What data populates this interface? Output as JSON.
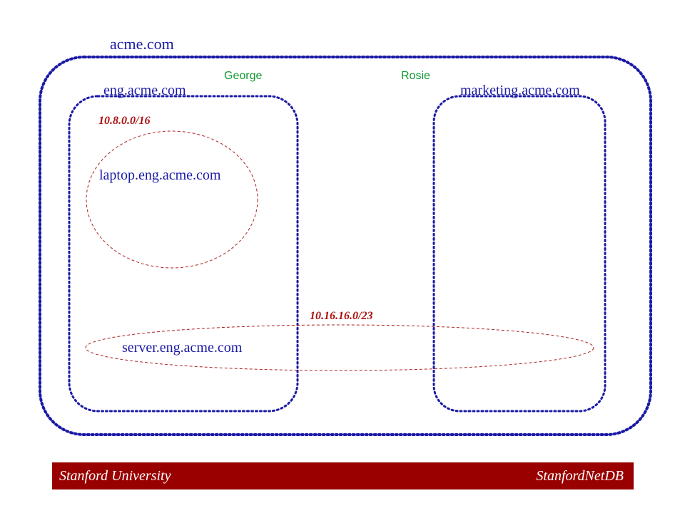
{
  "domains": {
    "root": "acme.com",
    "eng": "eng.acme.com",
    "marketing": "marketing.acme.com"
  },
  "people": {
    "george": "George",
    "rosie": "Rosie"
  },
  "subnets": {
    "eng_subnet": "10.8.0.0/16",
    "server_subnet": "10.16.16.0/23"
  },
  "hosts": {
    "laptop": "laptop.eng.acme.com",
    "server": "server.eng.acme.com"
  },
  "footer": {
    "left": "Stanford University",
    "right": "StanfordNetDB"
  },
  "colors": {
    "domain_border": "#1a1aa6",
    "subnet_border": "#aa2222",
    "subnet_label": "#aa1111",
    "person_label": "#119933",
    "footer_bg": "#990000"
  }
}
